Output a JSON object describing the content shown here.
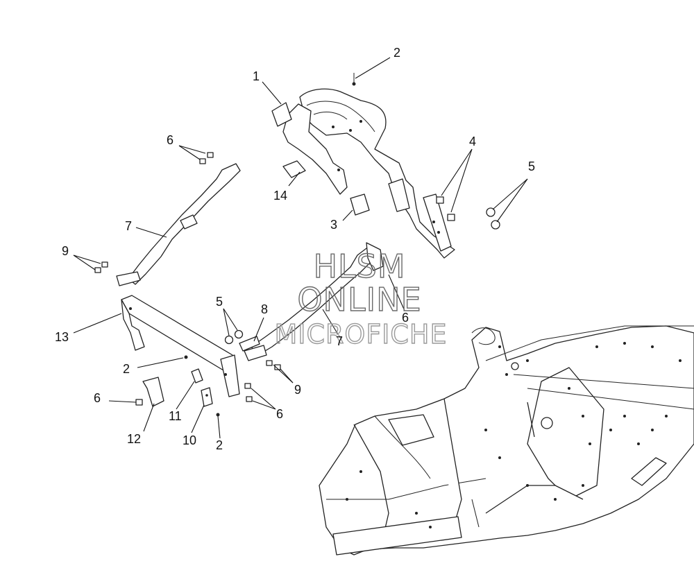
{
  "watermark": {
    "line1": "HLSM",
    "line2": "ONLINE",
    "line3": "MICROFICHE"
  },
  "callouts": [
    {
      "id": "c1",
      "label": "1"
    },
    {
      "id": "c2a",
      "label": "2"
    },
    {
      "id": "c6a",
      "label": "6"
    },
    {
      "id": "c4",
      "label": "4"
    },
    {
      "id": "c5a",
      "label": "5"
    },
    {
      "id": "c14",
      "label": "14"
    },
    {
      "id": "c7a",
      "label": "7"
    },
    {
      "id": "c3",
      "label": "3"
    },
    {
      "id": "c9a",
      "label": "9"
    },
    {
      "id": "c5b",
      "label": "5"
    },
    {
      "id": "c8",
      "label": "8"
    },
    {
      "id": "c6b",
      "label": "6"
    },
    {
      "id": "c13",
      "label": "13"
    },
    {
      "id": "c7b",
      "label": "7"
    },
    {
      "id": "c2b",
      "label": "2"
    },
    {
      "id": "c9b",
      "label": "9"
    },
    {
      "id": "c6c",
      "label": "6"
    },
    {
      "id": "c11",
      "label": "11"
    },
    {
      "id": "c6d",
      "label": "6"
    },
    {
      "id": "c12",
      "label": "12"
    },
    {
      "id": "c10",
      "label": "10"
    },
    {
      "id": "c2c",
      "label": "2"
    }
  ]
}
